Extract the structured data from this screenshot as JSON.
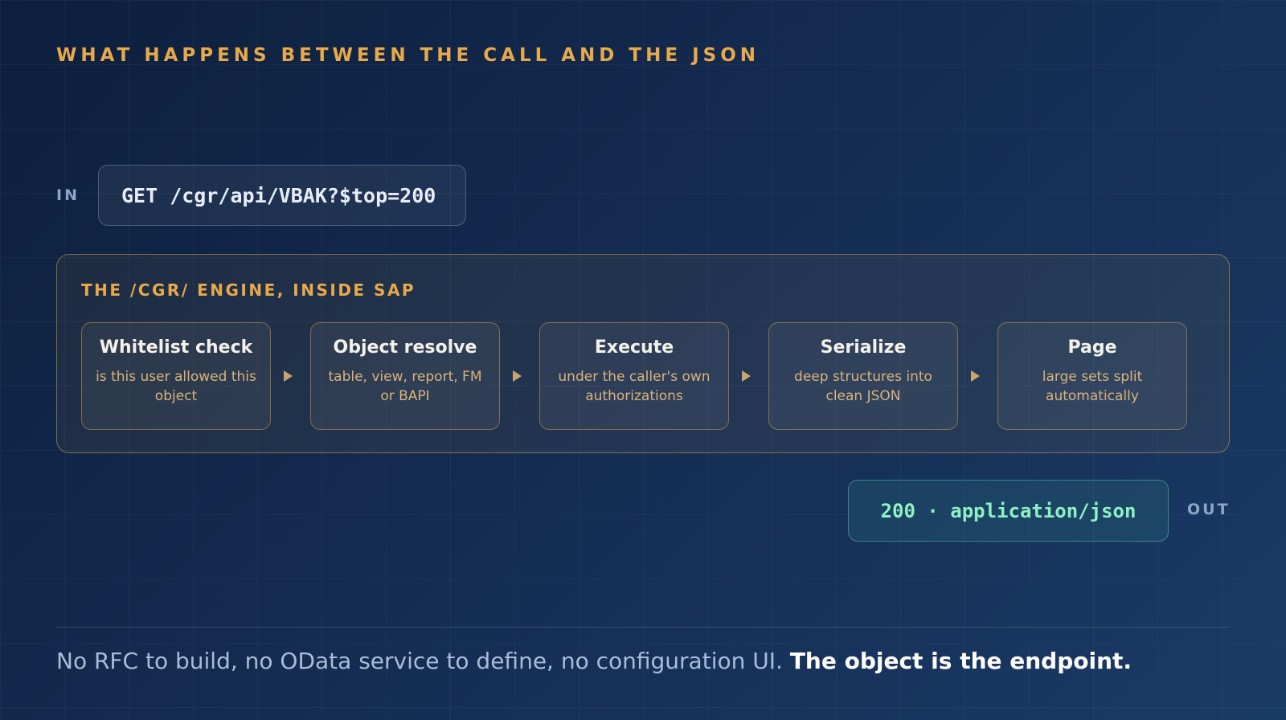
{
  "title": "WHAT HAPPENS BETWEEN THE CALL AND THE JSON",
  "input": {
    "label": "IN",
    "request": "GET /cgr/api/VBAK?$top=200"
  },
  "engine": {
    "title": "THE /CGR/ ENGINE, INSIDE SAP",
    "steps": [
      {
        "title": "Whitelist check",
        "description": "is this user allowed this object"
      },
      {
        "title": "Object resolve",
        "description": "table, view, report, FM or BAPI"
      },
      {
        "title": "Execute",
        "description": "under the caller's own authorizations"
      },
      {
        "title": "Serialize",
        "description": "deep structures into clean JSON"
      },
      {
        "title": "Page",
        "description": "large sets split automatically"
      }
    ]
  },
  "output": {
    "label": "OUT",
    "response": "200 · application/json"
  },
  "footer": {
    "text": "No RFC to build, no OData service to define, no configuration UI.",
    "emphasis": "The object is the endpoint."
  },
  "colors": {
    "accent": "#e8a94a",
    "response": "#8ff0c4",
    "background": "#142b50"
  }
}
